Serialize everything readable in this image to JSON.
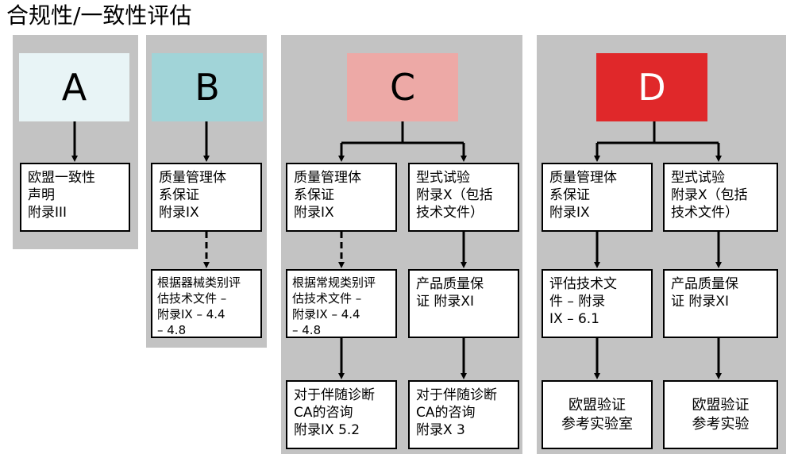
{
  "title": "合规性/一致性评估",
  "colors": {
    "panel_bg": "#c3c3c3",
    "A": "#e8f4f6",
    "B": "#a1d4d8",
    "C": "#eda9a6",
    "D": "#e0282a"
  },
  "columns": {
    "A": {
      "label": "A",
      "boxes": [
        "欧盟一致性\n声明\n附录III"
      ]
    },
    "B": {
      "label": "B",
      "boxes": [
        "质量管理体\n系保证\n附录IX",
        "根据器械类别评\n估技术文件 –\n附录IX – 4.4\n– 4.8"
      ]
    },
    "C": {
      "label": "C",
      "left_boxes": [
        "质量管理体\n系保证\n附录IX",
        "根据常规类别评\n估技术文件 –\n附录IX – 4.4\n– 4.8",
        "对于伴随诊断\nCA的咨询\n附录IX 5.2"
      ],
      "right_boxes": [
        "型式试验\n附录X（包括\n技术文件）",
        "产品质量保\n证 附录XI",
        "对于伴随诊断\nCA的咨询\n附录X 3"
      ]
    },
    "D": {
      "label": "D",
      "left_boxes": [
        "质量管理体\n系保证\n附录IX",
        "评估技术文\n件 – 附录\nIX – 6.1",
        "欧盟验证\n参考实验室"
      ],
      "right_boxes": [
        "型式试验\n附录X（包括\n技术文件）",
        "产品质量保\n证 附录XI",
        "欧盟验证\n参考实验"
      ]
    }
  }
}
